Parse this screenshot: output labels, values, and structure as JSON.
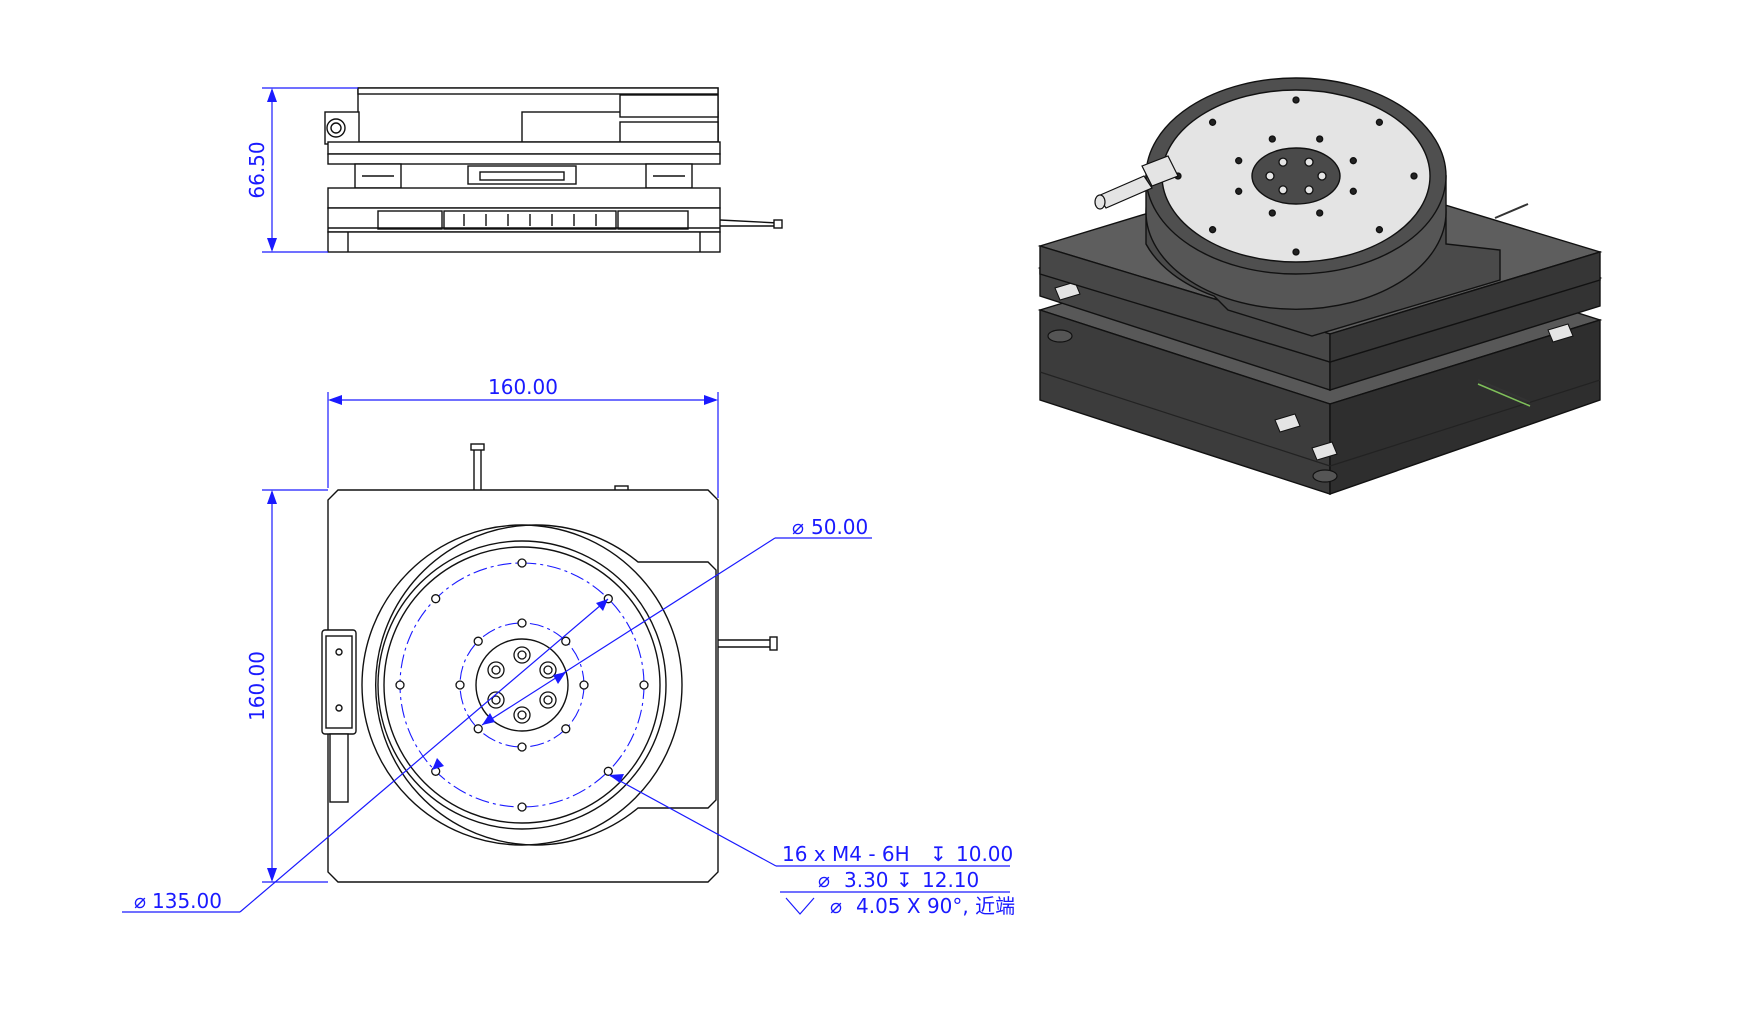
{
  "colors": {
    "dimension": "#1a1aff",
    "outline": "#111111",
    "iso_dark": "#4a4a4a",
    "iso_light": "#e4e4e4"
  },
  "side_view": {
    "height_label": "66.50"
  },
  "top_view": {
    "width_label": "160.00",
    "height_label": "160.00",
    "inner_bolt_circle_label": "50.00",
    "outer_bolt_circle_label": "135.00",
    "hole_callout": {
      "line1": "16 x  M4 - 6H",
      "line1_depth": "10.00",
      "line2_dia": "3.30",
      "line2_depth": "12.10",
      "line3": "4.05 X 90°, 近端"
    }
  }
}
